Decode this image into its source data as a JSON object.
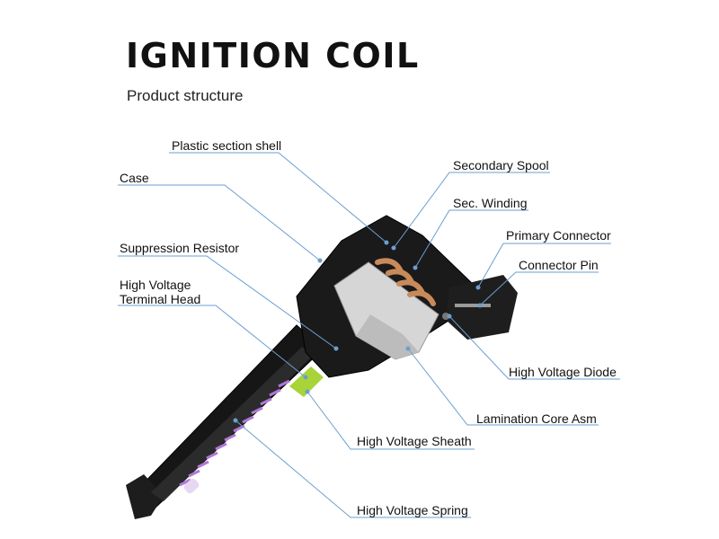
{
  "title": "IGNITION COIL",
  "subtitle": "Product structure",
  "labels": {
    "plastic_section_shell": "Plastic section shell",
    "case": "Case",
    "suppression_resistor": "Suppression Resistor",
    "hv_terminal_head": "High Voltage\nTerminal Head",
    "secondary_spool": "Secondary Spool",
    "sec_winding": "Sec. Winding",
    "primary_connector": "Primary Connector",
    "connector_pin": "Connector Pin",
    "hv_diode": "High Voltage Diode",
    "lamination_core": "Lamination Core Asm",
    "hv_sheath": "High Voltage Sheath",
    "hv_spring": "High Voltage Spring"
  },
  "colors": {
    "leader_line": "#6a9fd0",
    "body_dark": "#1a1a1a",
    "winding_copper": "#c98a5a",
    "resistor_pink": "#e0507a",
    "sheath_green": "#a8d43a",
    "spring_purple": "#b078d8"
  }
}
